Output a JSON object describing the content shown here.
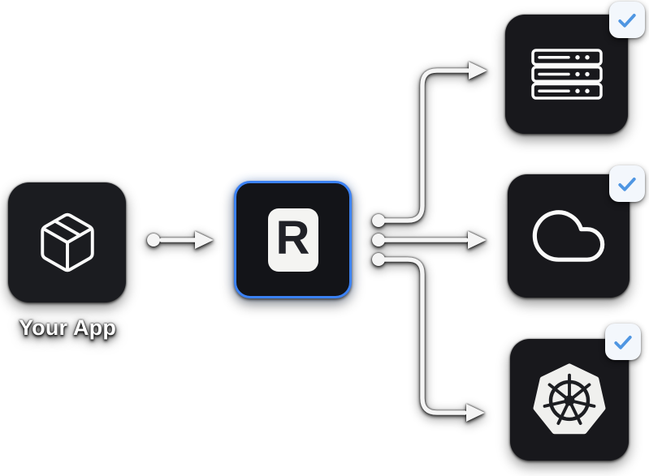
{
  "diagram": {
    "app_node": {
      "id": "app",
      "label": "Your App",
      "icon": "package"
    },
    "r_node": {
      "id": "r",
      "letter": "R",
      "icon": "r-logo-tile",
      "border_color": "#3b82f6"
    },
    "targets": [
      {
        "id": "server",
        "icon": "server-rack",
        "checked": true
      },
      {
        "id": "cloud",
        "icon": "cloud",
        "checked": true
      },
      {
        "id": "kubernetes",
        "icon": "kubernetes-wheel",
        "checked": true
      }
    ],
    "connections": [
      {
        "from": "app",
        "to": "r"
      },
      {
        "from": "r",
        "to": "server"
      },
      {
        "from": "r",
        "to": "cloud"
      },
      {
        "from": "r",
        "to": "kubernetes"
      }
    ],
    "colors": {
      "node_background": "#18181c",
      "accent_blue": "#3b82f6",
      "check_blue": "#4f96e2",
      "badge_background": "#f3f7fc",
      "icon_stroke": "#fafafa",
      "wire_stroke": "#f5f5f5",
      "r_tile_background": "#f4f4f2"
    }
  }
}
